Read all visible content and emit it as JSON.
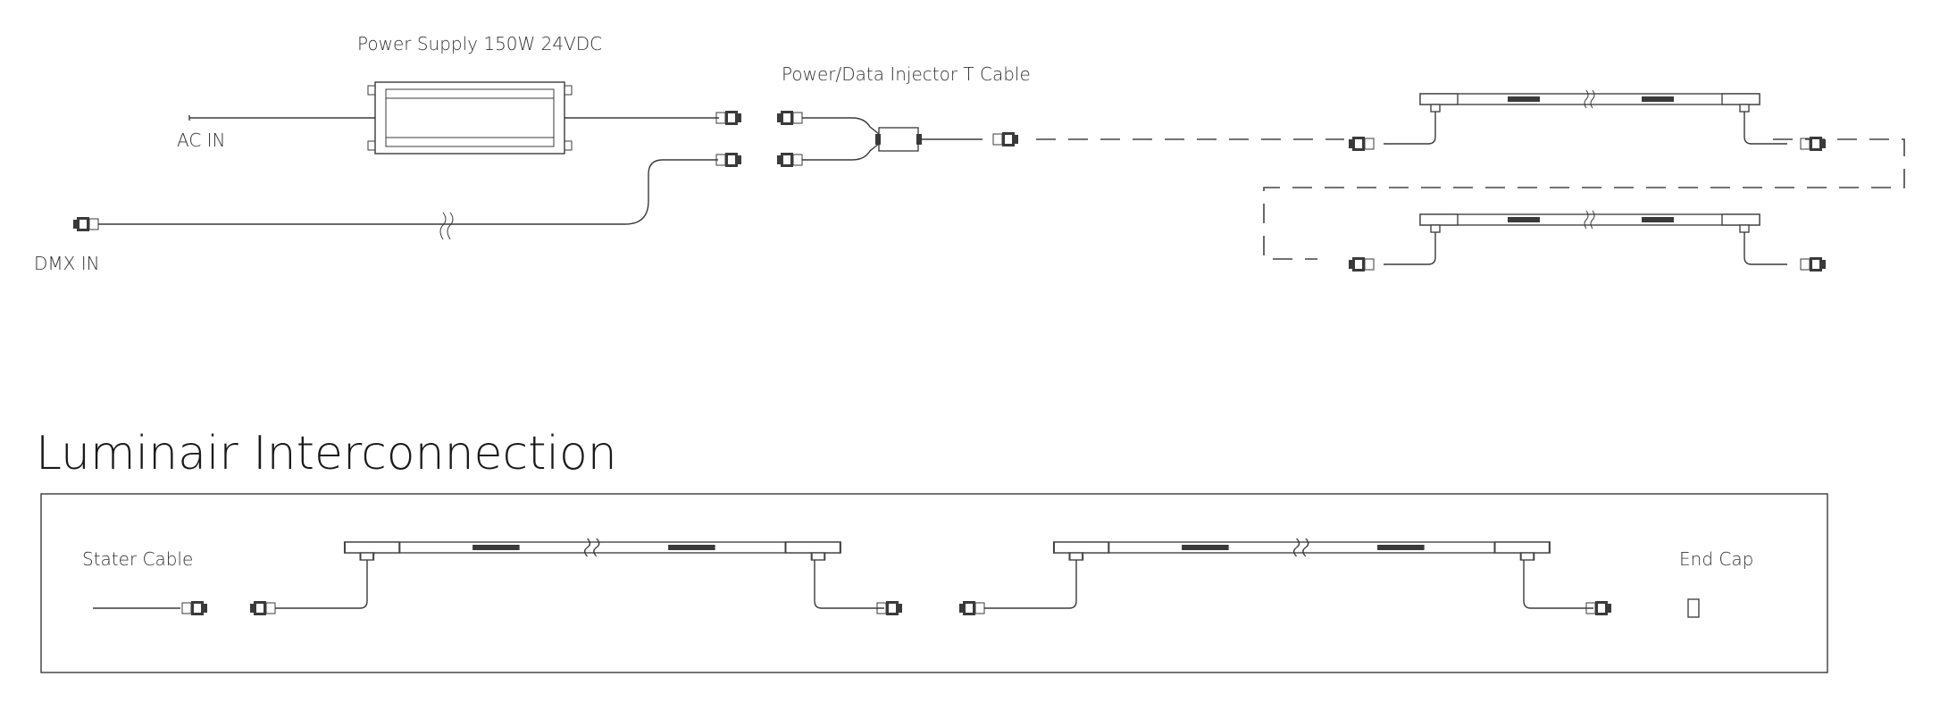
{
  "labels": {
    "power_supply": "Power Supply 150W 24VDC",
    "injector": "Power/Data Injector T Cable",
    "ac_in": "AC IN",
    "dmx_in": "DMX IN"
  },
  "section": {
    "title": "Luminair Interconnection",
    "starter_cable": "Stater Cable",
    "end_cap": "End Cap"
  },
  "colors": {
    "line": "#3a3a3a",
    "background": "#ffffff"
  }
}
